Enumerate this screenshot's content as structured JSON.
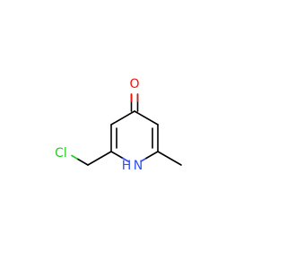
{
  "molecule": {
    "atoms": {
      "oxygen": "O",
      "chlorine": "Cl",
      "nitrogen": "N",
      "nitrogen_hydrogen": "H"
    },
    "colors": {
      "bond": "#000000",
      "oxygen": "#ff0d0d",
      "chlorine": "#1fd01f",
      "nitrogen": "#3050f8"
    }
  }
}
